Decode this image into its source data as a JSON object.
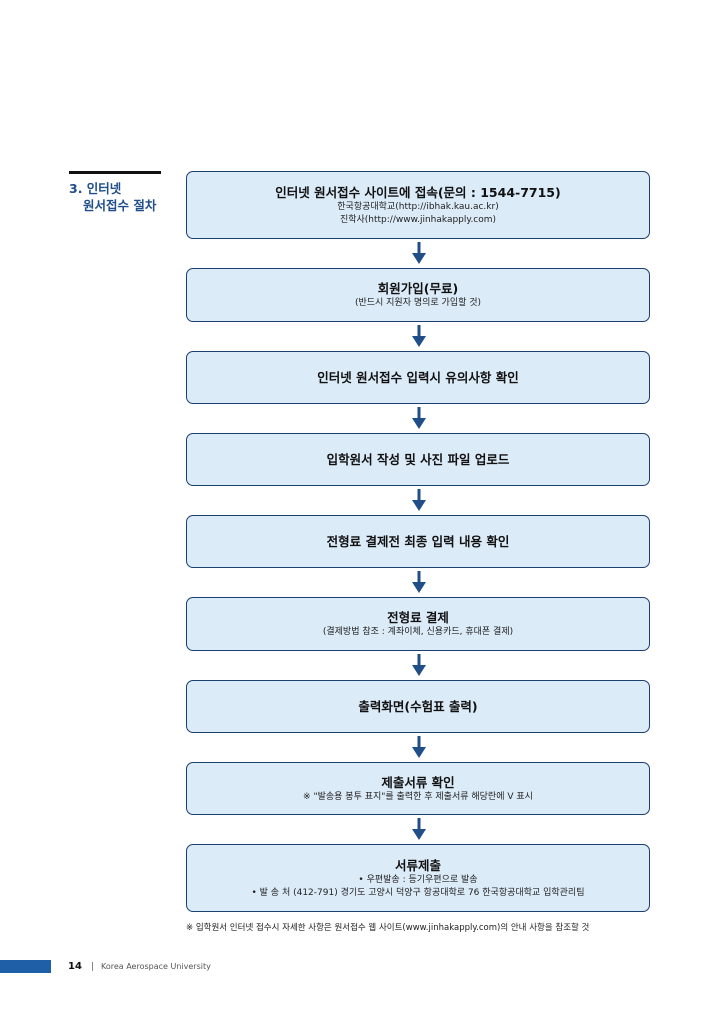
{
  "section": {
    "number_title": "3. 인터넷",
    "title_line2": "원서접수 절차"
  },
  "steps": [
    {
      "title": "인터넷 원서접수 사이트에 접속(문의 : 1544-7715)",
      "lines": [
        "한국항공대학교(http://ibhak.kau.ac.kr)",
        "진학사(http://www.jinhakapply.com)"
      ]
    },
    {
      "title": "회원가입(무료)",
      "lines": [
        "(반드시 지원자 명의로 가입할 것)"
      ]
    },
    {
      "title": "인터넷 원서접수 입력시 유의사항 확인",
      "lines": []
    },
    {
      "title": "입학원서 작성 및 사진 파일 업로드",
      "lines": []
    },
    {
      "title": "전형료 결제전 최종 입력 내용 확인",
      "lines": []
    },
    {
      "title": "전형료 결제",
      "lines": [
        "(결제방법 참조 : 계좌이체, 신용카드, 휴대폰 결제)"
      ]
    },
    {
      "title": "출력화면(수험표 출력)",
      "lines": []
    },
    {
      "title": "제출서류 확인",
      "lines": [
        "※ \"발송용 봉투 표지\"를 출력한 후 제출서류 해당란에 V 표시"
      ]
    },
    {
      "title": "서류제출",
      "lines": [
        "• 우편발송 : 등기우편으로 발송",
        "• 발 송 처 (412-791) 경기도 고양시 덕양구 항공대학로 76 한국항공대학교 입학관리팀"
      ]
    }
  ],
  "footnote": "※ 입학원서 인터넷 접수시 자세한 사항은 원서접수 웹 사이트(www.jinhakapply.com)의 안내 사항을 참조할 것",
  "footer": {
    "page_number": "14",
    "university": "Korea Aerospace University"
  },
  "colors": {
    "box_fill": "#dcebf8",
    "box_border": "#1b3f6e",
    "arrow": "#1f4e88",
    "accent": "#1f5fa8"
  }
}
